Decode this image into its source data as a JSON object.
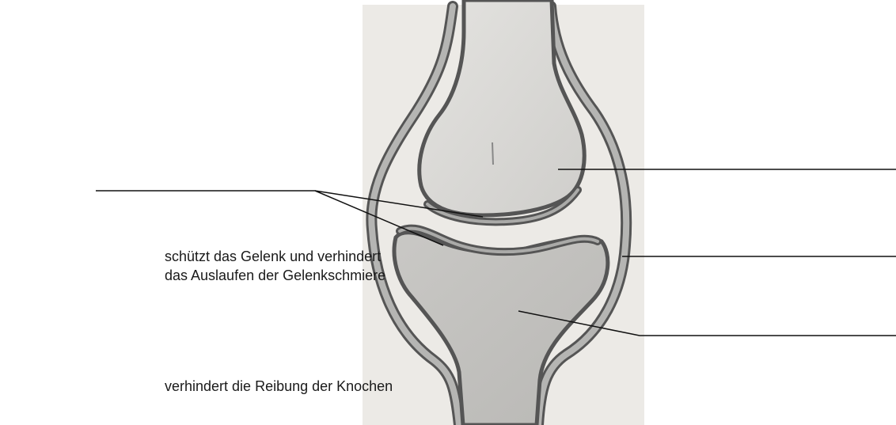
{
  "diagram": {
    "captions": {
      "capsule_line1": "schützt das Gelenk und verhindert",
      "capsule_line2": "das Auslaufen der Gelenkschmiere",
      "cartilage": "verhindert die Reibung der Knochen"
    }
  },
  "colors": {
    "paper": "#eceae6",
    "bone_fill": "#dad9d6",
    "bone_outline": "#555555",
    "capsule_fill": "#b5b5b3",
    "cartilage_fill": "#aaaaa8",
    "leader_line": "#111111"
  }
}
